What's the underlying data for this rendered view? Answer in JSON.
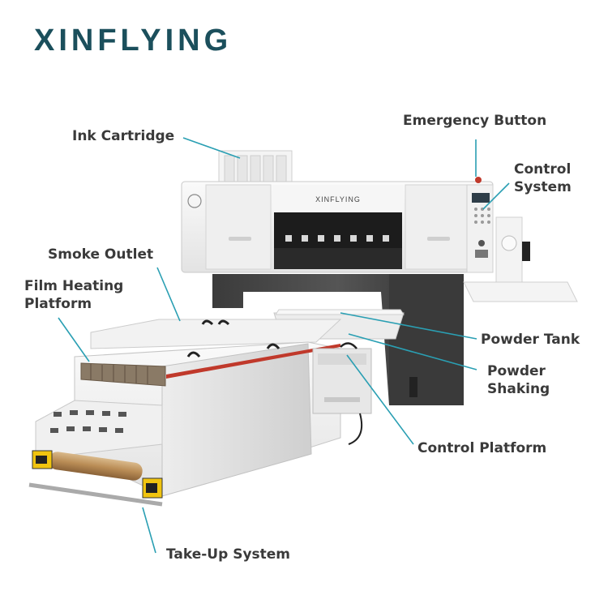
{
  "brand": {
    "logo_text": "XINFLYING",
    "front_panel_text": "XINFLYING",
    "accent_color": "#2a9fb3",
    "logo_color": "#1b4f5c",
    "label_color": "#3a3a3a"
  },
  "callouts": {
    "ink_cartridge": "Ink Cartridge",
    "emergency_button": "Emergency Button",
    "control_system": [
      "Control",
      "System"
    ],
    "smoke_outlet": "Smoke Outlet",
    "film_heating_platform": [
      "Film Heating",
      "Platform"
    ],
    "powder_tank": "Powder Tank",
    "powder_shaking": [
      "Powder",
      "Shaking"
    ],
    "control_platform": "Control Platform",
    "take_up_system": "Take-Up System"
  }
}
